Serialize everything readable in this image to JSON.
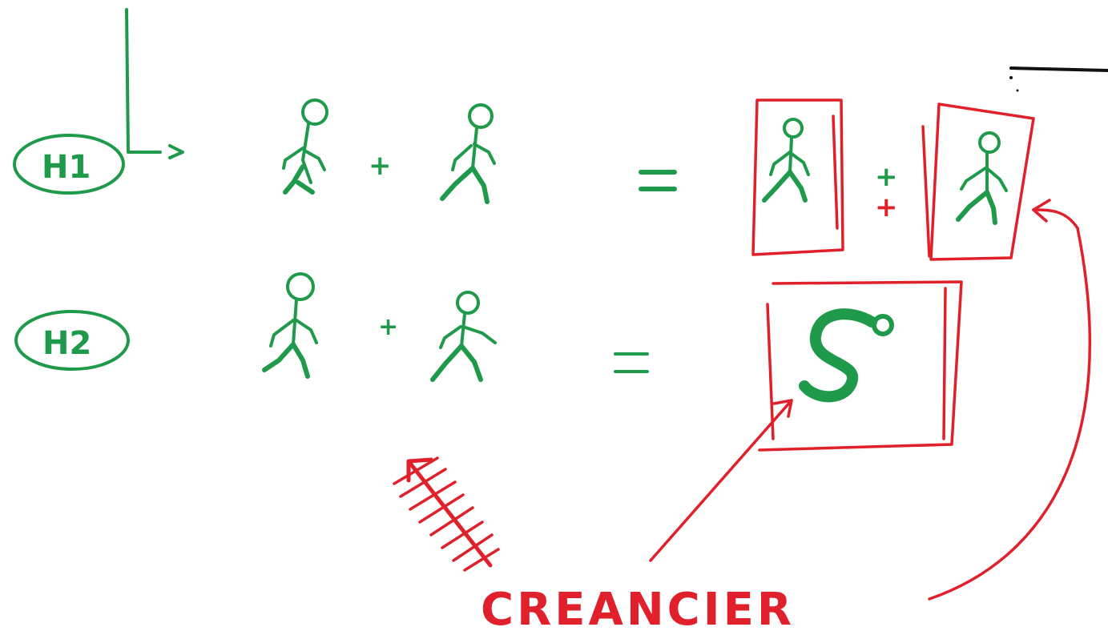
{
  "colors": {
    "green": "#1f9a4a",
    "red": "#e0202a",
    "black": "#111111",
    "background": "#ffffff"
  },
  "labels": {
    "h1": "H1",
    "h2": "H2",
    "creditor": "CREANCIER"
  },
  "symbols": {
    "plus": "+",
    "equals": "="
  }
}
